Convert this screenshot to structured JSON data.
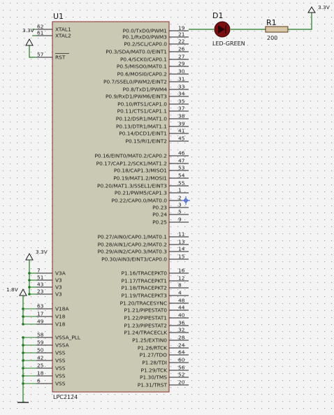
{
  "colors": {
    "background": "#f4f4f4",
    "grid_dot": "#9a9a9a",
    "chip_body": "#c9c9b4",
    "chip_outline": "#8a2a2a",
    "wire": "#1f7a1f",
    "pin_line": "#222222",
    "pin_text": "#1a1a1a",
    "led_body": "#7a0f0f",
    "resistor_body": "#d8c8a8"
  },
  "chip": {
    "ref": "U1",
    "part": "LPC2124",
    "left_pins": [
      {
        "label": "XTAL1",
        "num": "62"
      },
      {
        "label": "XTAL2",
        "num": "61"
      },
      {
        "label": "RST",
        "num": "57"
      },
      {
        "label": "V3A",
        "num": "7"
      },
      {
        "label": "V3",
        "num": "51"
      },
      {
        "label": "V3",
        "num": "43"
      },
      {
        "label": "V3",
        "num": "23"
      },
      {
        "label": "V18A",
        "num": "63"
      },
      {
        "label": "V18",
        "num": "17"
      },
      {
        "label": "V18",
        "num": "49"
      },
      {
        "label": "VSSA_PLL",
        "num": "58"
      },
      {
        "label": "VSSA",
        "num": "59"
      },
      {
        "label": "VSS",
        "num": "50"
      },
      {
        "label": "VSS",
        "num": "42"
      },
      {
        "label": "VSS",
        "num": "25"
      },
      {
        "label": "VSS",
        "num": "18"
      },
      {
        "label": "VSS",
        "num": "6"
      }
    ],
    "right_pins": [
      {
        "label": "P0.0/TxD0/PWM1",
        "num": "19"
      },
      {
        "label": "P0.1/RxD0/PWM3",
        "num": "21"
      },
      {
        "label": "P0.2/SCL/CAP0.0",
        "num": "22"
      },
      {
        "label": "P0.3/SDA/MAT0.0/EINT1",
        "num": "26"
      },
      {
        "label": "P0.4/SCK0/CAP0.1",
        "num": "27"
      },
      {
        "label": "P0.5/MISO0/MAT0.1",
        "num": "29"
      },
      {
        "label": "P0.6/MOSI0/CAP0.2",
        "num": "30"
      },
      {
        "label": "P0.7/SSEL0/PWM2/EINT2",
        "num": "31"
      },
      {
        "label": "P0.8/TxD1/PWM4",
        "num": "33"
      },
      {
        "label": "P0.9/RxD1/PWM6/EINT3",
        "num": "34"
      },
      {
        "label": "P0.10/RTS1/CAP1.0",
        "num": "35"
      },
      {
        "label": "P0.11/CTS1/CAP1.1",
        "num": "37"
      },
      {
        "label": "P0.12/DSR1/MAT1.0",
        "num": "38"
      },
      {
        "label": "P0.13/DTR1/MAT1.1",
        "num": "39"
      },
      {
        "label": "P0.14/DCD1/EINT1",
        "num": "41"
      },
      {
        "label": "P0.15/RI1/EINT2",
        "num": "45"
      },
      {
        "label": "P0.16/EINT0/MAT0.2/CAP0.2",
        "num": "46"
      },
      {
        "label": "P0.17/CAP1.2/SCK1/MAT1.2",
        "num": "47"
      },
      {
        "label": "P0.18/CAP1.3/MISO1",
        "num": "53"
      },
      {
        "label": "P0.19/MAT1.2/MOSI1",
        "num": "54"
      },
      {
        "label": "P0.20/MAT1.3/SSEL1/EINT3",
        "num": "55"
      },
      {
        "label": "P0.21/PWM5/CAP1.3",
        "num": "1"
      },
      {
        "label": "P0.22/CAP0.0/MAT0.0",
        "num": "2"
      },
      {
        "label": "P0.23",
        "num": "3"
      },
      {
        "label": "P0.24",
        "num": "5"
      },
      {
        "label": "P0.25",
        "num": "9"
      },
      {
        "label": "P0.27/AIN0/CAP0.1/MAT0.1",
        "num": "11"
      },
      {
        "label": "P0.28/AIN1/CAP0.2/MAT0.2",
        "num": "13"
      },
      {
        "label": "P0.29/AIN2/CAP0.3/MAT0.3",
        "num": "14"
      },
      {
        "label": "P0.30/AIN3/EINT3/CAP0.0",
        "num": "15"
      },
      {
        "label": "P1.16/TRACEPKT0",
        "num": "16"
      },
      {
        "label": "P1.17/TRACEPKT1",
        "num": "12"
      },
      {
        "label": "P1.18/TRACEPKT2",
        "num": "8"
      },
      {
        "label": "P1.19/TRACEPKT3",
        "num": "4"
      },
      {
        "label": "P1.20/TRACESYNC",
        "num": "48"
      },
      {
        "label": "P1.21/PIPESTAT0",
        "num": "44"
      },
      {
        "label": "P1.22/PIPESTAT1",
        "num": "40"
      },
      {
        "label": "P1.23/PIPESTAT2",
        "num": "36"
      },
      {
        "label": "P1.24/TRACECLK",
        "num": "32"
      },
      {
        "label": "P1.25/EXTIN0",
        "num": "28"
      },
      {
        "label": "P1.26/RTCK",
        "num": "24"
      },
      {
        "label": "P1.27/TDO",
        "num": "64"
      },
      {
        "label": "P1.28/TDI",
        "num": "60"
      },
      {
        "label": "P1.29/TCK",
        "num": "56"
      },
      {
        "label": "P1.30/TMS",
        "num": "52"
      },
      {
        "label": "P1.31/TRST",
        "num": "20"
      }
    ]
  },
  "led": {
    "ref": "D1",
    "value": "LED-GREEN"
  },
  "resistor": {
    "ref": "R1",
    "value": "200"
  },
  "power": {
    "top_right": "3.3V",
    "xtal": "3.3V",
    "v3": "3.3V",
    "v18": "1.8V"
  }
}
